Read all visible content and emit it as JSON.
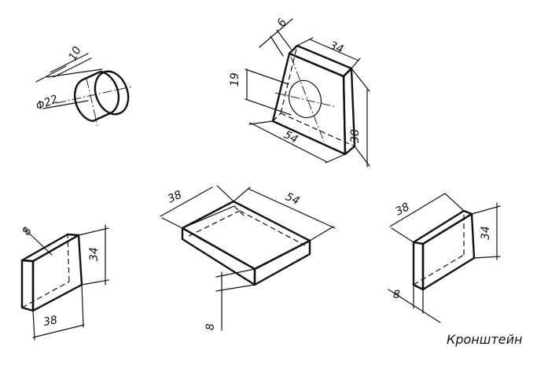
{
  "dimensions": {
    "bushing_length": "10",
    "bushing_diameter": "Φ22",
    "web_thickness": "6",
    "web_top_width": "34",
    "web_hole_height": "19",
    "web_bottom_width": "54",
    "web_height": "38",
    "base_width": "38",
    "base_length": "54",
    "base_thickness": "8",
    "left_plate_thickness": "8",
    "left_plate_height": "34",
    "left_plate_width": "38",
    "right_plate_width": "38",
    "right_plate_height": "34",
    "right_plate_thickness": "8"
  },
  "title": "Кронштейн"
}
